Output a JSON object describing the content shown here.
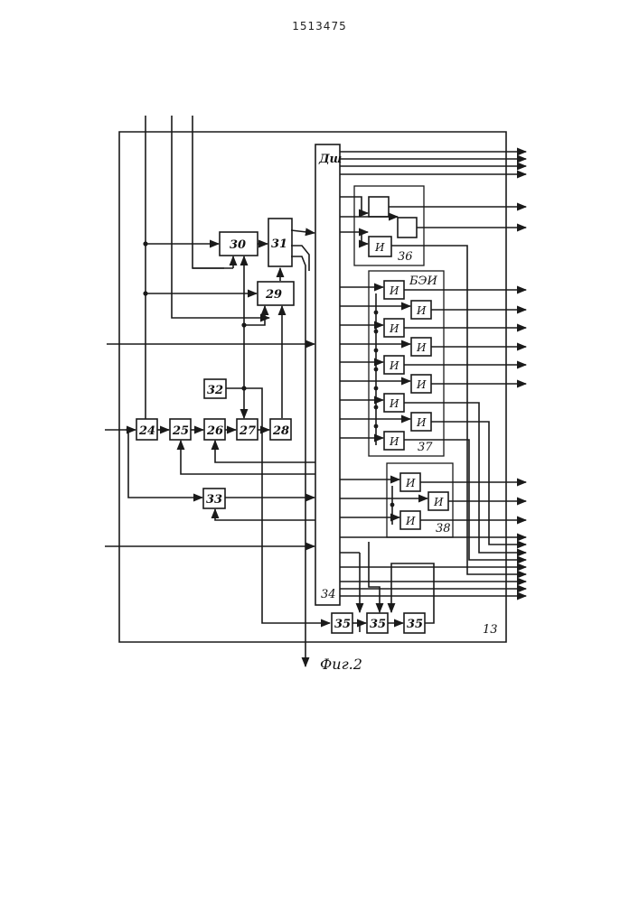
{
  "document_number": "1513475",
  "figure_caption": "Фиг.2",
  "unit_label": "13",
  "decoder": {
    "label_top": "Дш",
    "label_bottom": "34"
  },
  "blocks": {
    "b24": "24",
    "b25": "25",
    "b26": "26",
    "b27": "27",
    "b28": "28",
    "b29": "29",
    "b30": "30",
    "b31": "31",
    "b32": "32",
    "b33": "33",
    "b35": "35"
  },
  "group36": {
    "label": "36",
    "gate": "И"
  },
  "group37": {
    "label": "37",
    "title": "БЭИ",
    "gate": "И"
  },
  "group38": {
    "label": "38",
    "gate": "И"
  },
  "colors": {
    "ink": "#1a1a1a",
    "paper": "#ffffff"
  }
}
